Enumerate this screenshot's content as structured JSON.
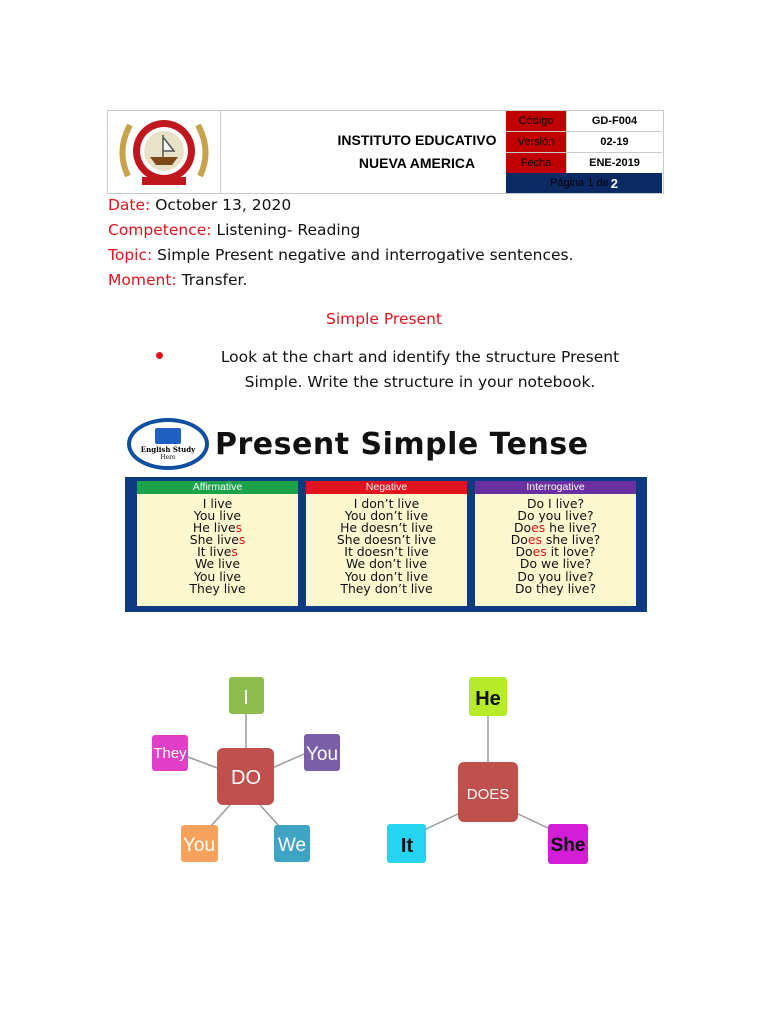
{
  "header": {
    "school_line1": "INSTITUTO EDUCATIVO",
    "school_line2": "NUEVA AMERICA",
    "codes": [
      {
        "key": "Código",
        "value": "GD-F004"
      },
      {
        "key": "Versión",
        "value": "02-19"
      },
      {
        "key": "Fecha",
        "value": "ENE-2019"
      }
    ],
    "page_prefix": "Página 1 de",
    "page_total": "2"
  },
  "meta": {
    "date_label": "Date:",
    "date_value": "October 13, 2020",
    "competence_label": "Competence:",
    "competence_value": "Listening- Reading",
    "topic_label": "Topic:",
    "topic_value": "Simple Present negative and interrogative sentences.",
    "moment_label": "Moment:",
    "moment_value": "Transfer."
  },
  "subtitle": "Simple Present",
  "instruction": "Look at the chart and identify the structure Present Simple. Write the structure in your notebook.",
  "tense_chart": {
    "badge_line1": "English Study",
    "badge_line2": "Here",
    "title": "Present Simple Tense",
    "columns": [
      {
        "heading": "Affirmative",
        "color": "#1aa34a",
        "lines": [
          [
            "I live"
          ],
          [
            "You live"
          ],
          [
            "He live",
            "s"
          ],
          [
            "She live",
            "s"
          ],
          [
            "It live",
            "s"
          ],
          [
            "We live"
          ],
          [
            "You live"
          ],
          [
            "They live"
          ]
        ]
      },
      {
        "heading": "Negative",
        "color": "#e0141e",
        "lines": [
          [
            "I don’t live"
          ],
          [
            "You don’t live"
          ],
          [
            "He doesn’t live"
          ],
          [
            "She doesn’t live"
          ],
          [
            "It doesn’t live"
          ],
          [
            "We don’t live"
          ],
          [
            "You don’t live"
          ],
          [
            "They don’t live"
          ]
        ]
      },
      {
        "heading": "Interrogative",
        "color": "#6a2fa0",
        "lines": [
          [
            "Do I live?"
          ],
          [
            "Do    you live?"
          ],
          [
            "Do",
            "es",
            " he live?"
          ],
          [
            "Do",
            "es",
            " she live?"
          ],
          [
            "Do",
            "es",
            " it love?"
          ],
          [
            "Do we live?"
          ],
          [
            "Do you live?"
          ],
          [
            "Do they live?"
          ]
        ]
      }
    ]
  },
  "diagram_do": {
    "center": "DO",
    "nodes": [
      {
        "label": "I",
        "color": "#8fbc4f"
      },
      {
        "label": "You",
        "color": "#7b5ea8"
      },
      {
        "label": "We",
        "color": "#3fa4c4"
      },
      {
        "label": "You",
        "color": "#f5a35c"
      },
      {
        "label": "They",
        "color": "#e23fc8"
      }
    ]
  },
  "diagram_does": {
    "center": "DOES",
    "nodes": [
      {
        "label": "He",
        "color": "#b6ea2a"
      },
      {
        "label": "She",
        "color": "#d21ed6"
      },
      {
        "label": "It",
        "color": "#27d4f0"
      }
    ]
  }
}
